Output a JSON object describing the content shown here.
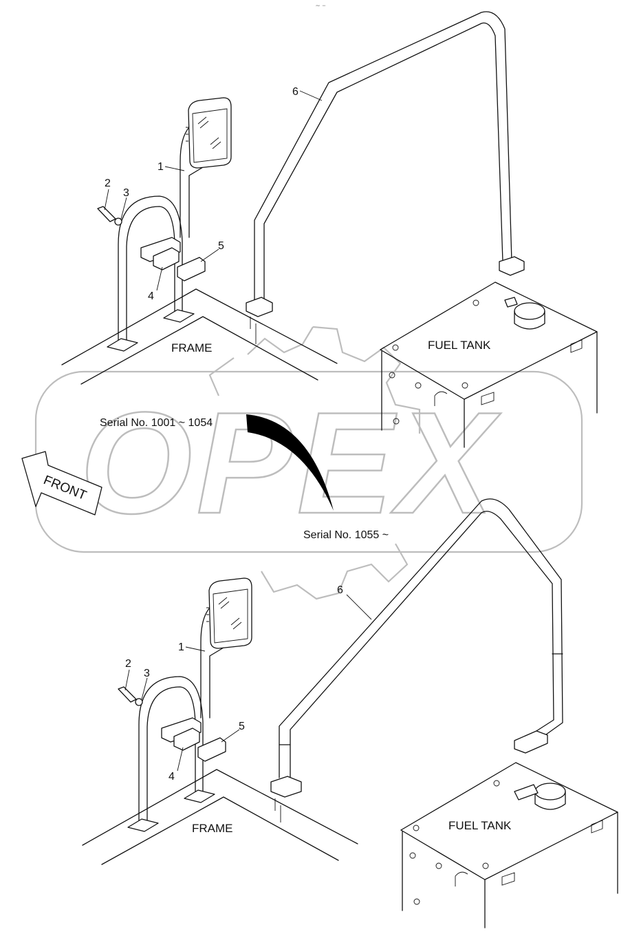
{
  "header_mark": "∼ −",
  "watermark": {
    "text": "OPEX",
    "color": "#bdbdbd"
  },
  "front_arrow": "FRONT",
  "upper": {
    "serial": "Serial No. 1001 ~ 1054",
    "frame": "FRAME",
    "fuel_tank": "FUEL TANK",
    "callouts": [
      "1",
      "2",
      "3",
      "4",
      "5",
      "6"
    ]
  },
  "lower": {
    "serial": "Serial No. 1055 ~",
    "frame": "FRAME",
    "fuel_tank": "FUEL TANK",
    "callouts": [
      "1",
      "2",
      "3",
      "4",
      "5",
      "6"
    ]
  },
  "colors": {
    "ink": "#111111",
    "background": "#ffffff"
  }
}
